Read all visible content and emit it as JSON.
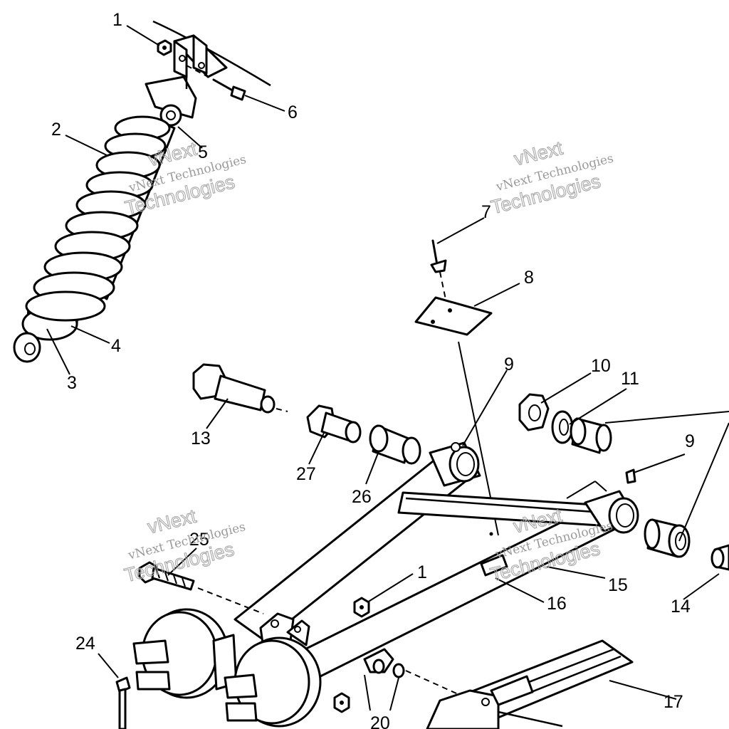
{
  "callouts": {
    "c1a": "1",
    "c2": "2",
    "c3": "3",
    "c4": "4",
    "c5": "5",
    "c6": "6",
    "c7": "7",
    "c8": "8",
    "c9a": "9",
    "c9b": "9",
    "c10": "10",
    "c11": "11",
    "c13": "13",
    "c14": "14",
    "c15": "15",
    "c16": "16",
    "c17": "17",
    "c1b": "1",
    "c20": "20",
    "c24": "24",
    "c25": "25",
    "c26": "26",
    "c27": "27"
  },
  "watermark": {
    "brand": "vNext",
    "line": "vNext Technologies",
    "word": "Technologies"
  }
}
